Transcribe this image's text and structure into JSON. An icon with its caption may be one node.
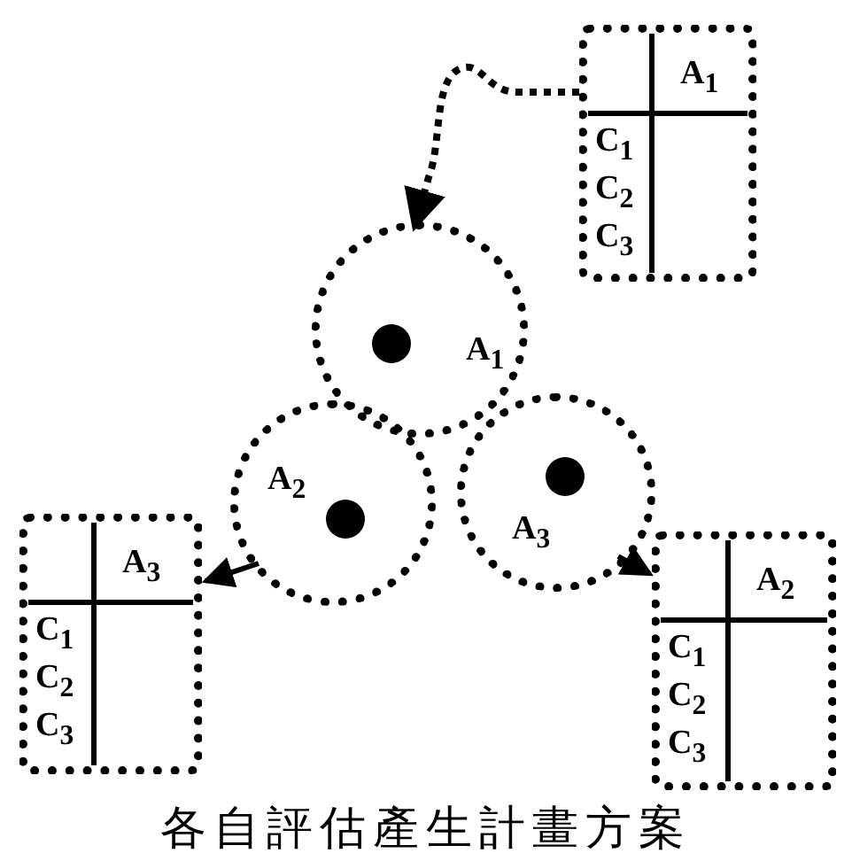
{
  "diagram": {
    "caption": "各自評估產生計畫方案",
    "nodes": [
      {
        "text": [
          "A$_{1}$",
          "C$_{1}$",
          "C$_{2}$",
          "C$_{3}$"
        ]
      },
      {
        "text": [
          "A$_{1}$"
        ]
      },
      {
        "text": [
          "A$_{2}$"
        ]
      },
      {
        "text": [
          "A$_{3}$"
        ]
      },
      {
        "text": [
          "A$_{3}$",
          "C$_{1}$",
          "C$_{2}$",
          "C$_{3}$"
        ]
      },
      {
        "text": [
          "A$_{2}$",
          "C$_{1}$",
          "C$_{2}$",
          "C$_{3}$"
        ]
      }
    ],
    "edges": [
      {
        "from": 0,
        "to": 1,
        "arrow": "to",
        "style": "dashed"
      },
      {
        "from": 2,
        "to": 4,
        "arrow": "to"
      },
      {
        "from": 3,
        "to": 5,
        "arrow": "to"
      }
    ]
  }
}
